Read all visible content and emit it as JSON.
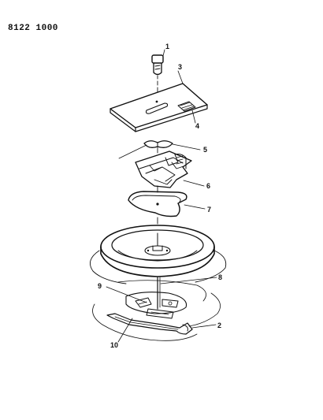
{
  "diagram": {
    "document_number": "8122 1000",
    "callouts": [
      "1",
      "2",
      "3",
      "4",
      "5",
      "6",
      "7",
      "8",
      "9",
      "10"
    ]
  },
  "colors": {
    "ink": "#111111",
    "paper": "#ffffff"
  }
}
